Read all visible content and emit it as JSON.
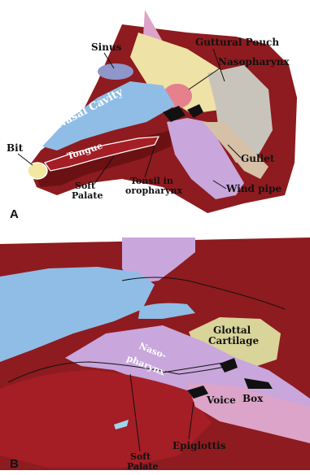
{
  "panel_a": {
    "letter": "A",
    "labels": {
      "sinus": "Sinus",
      "guttural_pouch": "Guttural Pouch",
      "nasopharynx": "Nasopharynx",
      "nasal_cavity": "Nasal Cavity",
      "bit": "Bit",
      "tongue": "Tongue",
      "soft_palate_l1": "Soft",
      "soft_palate_l2": "Palate",
      "tonsil_l1": "Tonsil in",
      "tonsil_l2": "oropharynx",
      "gullet": "Gullet",
      "wind_pipe": "Wind pipe"
    }
  },
  "panel_b": {
    "letter": "B",
    "labels": {
      "glottal_l1": "Glottal",
      "glottal_l2": "Cartilage",
      "naso_l1": "Naso-",
      "naso_l2": "pharynx",
      "voice": "Voice",
      "box": "Box",
      "epiglottis": "Epiglottis",
      "soft_palate_l1": "Soft",
      "soft_palate_l2": "Palate"
    }
  },
  "colors": {
    "muscle": "#8e1b1f",
    "dark_muscle": "#6b1114",
    "nasal_blue": "#8fbde6",
    "lavender": "#c9a6dc",
    "pink": "#dca4c8",
    "cream": "#efe2a6",
    "khaki": "#d8d49a",
    "bone_grey": "#c9c4bb",
    "tongue_red": "#a51e25",
    "bit_yellow": "#f4e7a0"
  }
}
